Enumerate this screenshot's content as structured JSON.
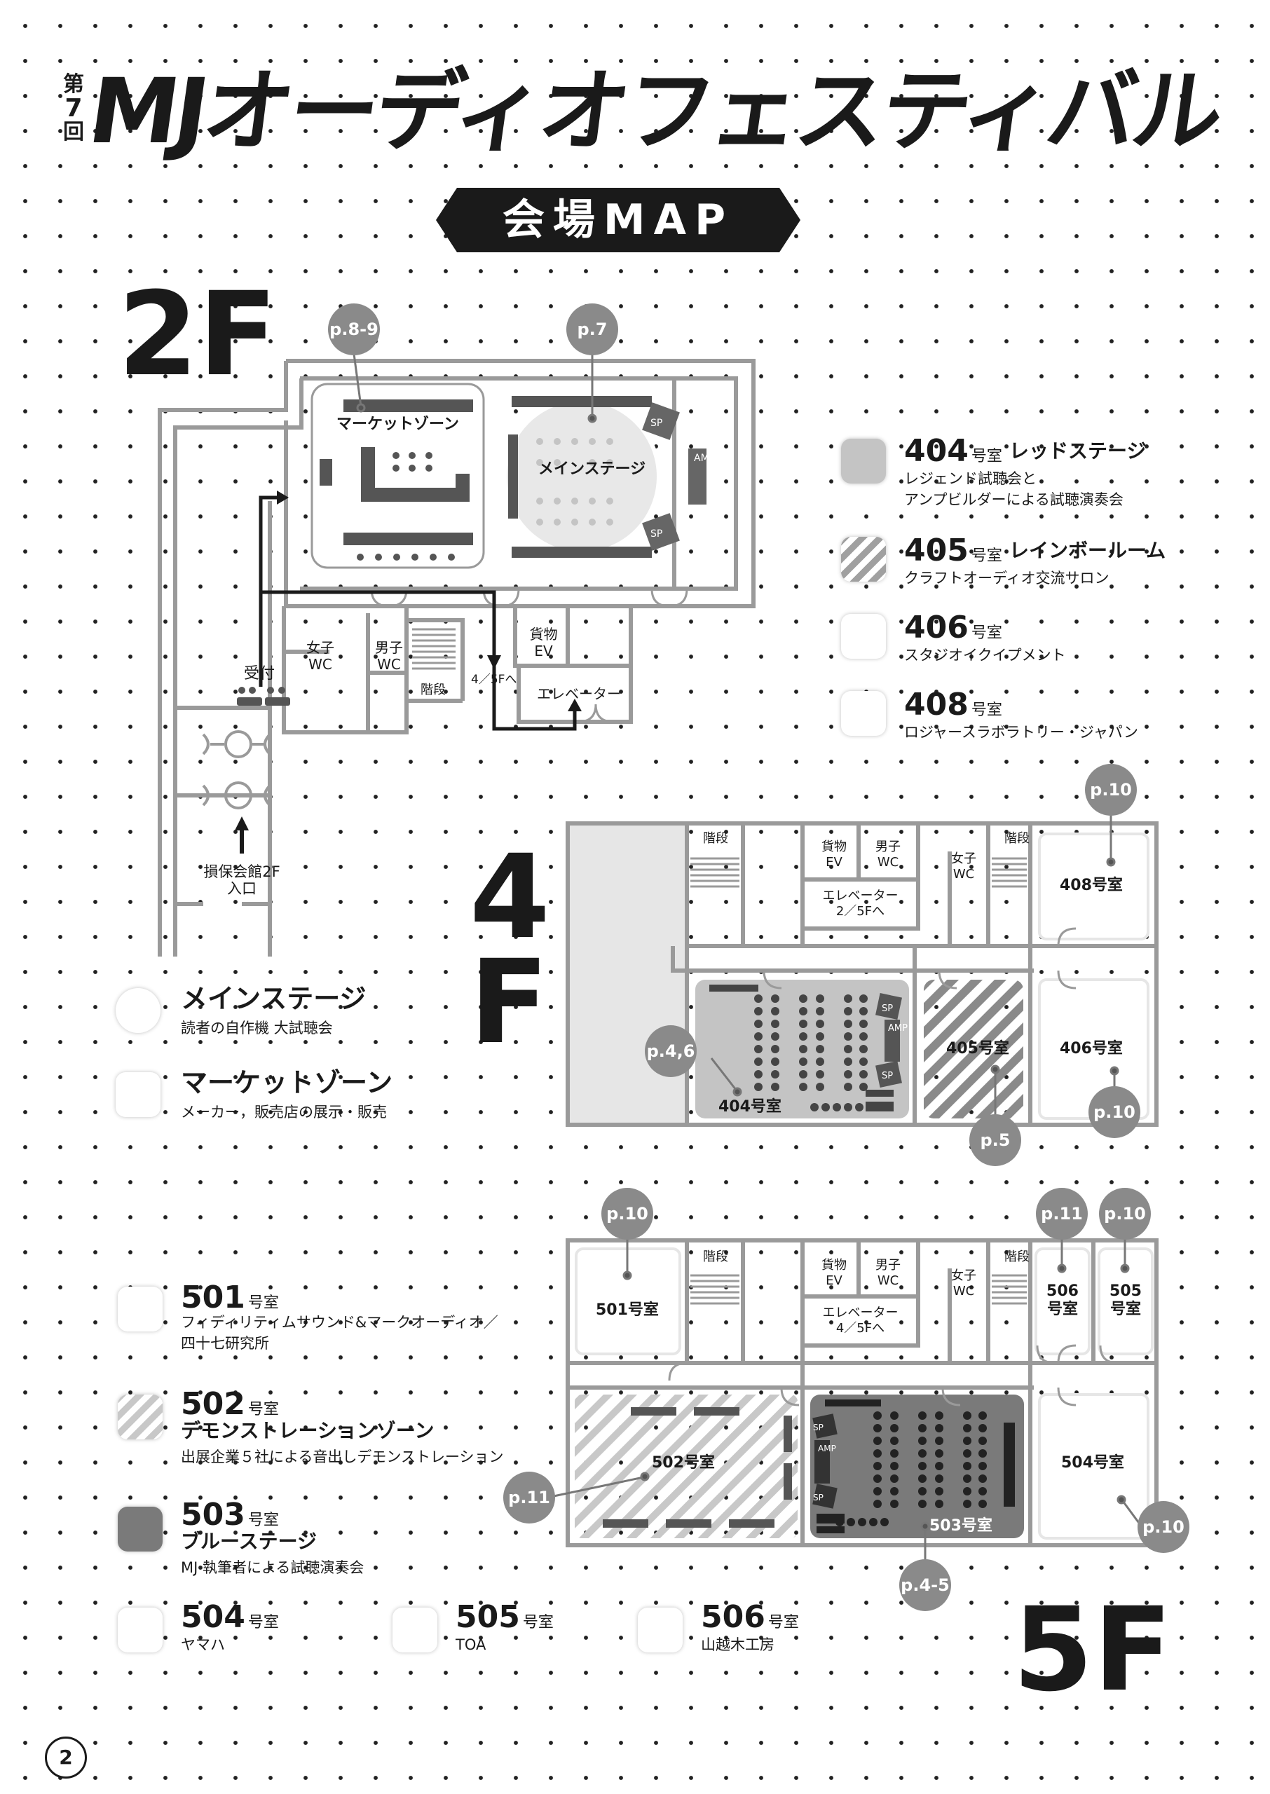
{
  "title": {
    "edition_chars": [
      "第",
      "7",
      "回"
    ],
    "main": "MJオーディオフェスティバル",
    "badge": "会場MAP"
  },
  "floors": {
    "f2": {
      "label": "2F",
      "market_zone": "マーケットゾーン",
      "main_stage": "メインステージ",
      "amp": "AMP",
      "sp": "SP",
      "womens_wc": [
        "女子",
        "WC"
      ],
      "mens_wc": [
        "男子",
        "WC"
      ],
      "stairs": "階段",
      "freight_ev": [
        "貨物",
        "EV"
      ],
      "to_floors": "4／5Fへ",
      "elevator": "エレベーター",
      "reception": "受付",
      "entrance": [
        "損保会館2F",
        "入口"
      ],
      "page_refs": [
        "p.8-9",
        "p.7"
      ]
    },
    "f4": {
      "label_chars": [
        "4",
        "F"
      ],
      "stairs": "階段",
      "freight_ev": [
        "貨物",
        "EV"
      ],
      "mens_wc": [
        "男子",
        "WC"
      ],
      "womens_wc": [
        "女子",
        "WC"
      ],
      "elevator": [
        "エレベーター",
        "2／5Fへ"
      ],
      "rooms": {
        "r408": "408号室",
        "r404": "404号室",
        "r405": "405号室",
        "r406": "406号室"
      },
      "sp": "SP",
      "amp": "AMP",
      "page_refs": {
        "r408": "p.10",
        "r404": "p.4,6",
        "r405": "p.5",
        "r406": "p.10"
      }
    },
    "f5": {
      "label": "5F",
      "stairs": "階段",
      "freight_ev": [
        "貨物",
        "EV"
      ],
      "mens_wc": [
        "男子",
        "WC"
      ],
      "womens_wc": [
        "女子",
        "WC"
      ],
      "elevator": [
        "エレベーター",
        "4／5Fへ"
      ],
      "rooms": {
        "r501": "501号室",
        "r506": [
          "506",
          "号室"
        ],
        "r505": [
          "505",
          "号室"
        ],
        "r502": "502号室",
        "r503": "503号室",
        "r504": "504号室"
      },
      "sp": "SP",
      "amp": "AMP",
      "page_refs": {
        "r501": "p.10",
        "r506": "p.11",
        "r505": "p.10",
        "r502": "p.11",
        "r503": "p.4-5",
        "r504": "p.10"
      }
    }
  },
  "legend_4f": [
    {
      "num": "404",
      "suffix": "号室",
      "name": "レッドステージ",
      "desc": [
        "レジェンド試聴会と",
        "アンプビルダーによる試聴演奏会"
      ],
      "style": "gray"
    },
    {
      "num": "405",
      "suffix": "号室",
      "name": "レインボールーム",
      "desc": [
        "クラフトオーディオ交流サロン"
      ],
      "style": "hatch"
    },
    {
      "num": "406",
      "suffix": "号室",
      "name": "",
      "desc": [
        "スタジオイクイプメント"
      ],
      "style": "white"
    },
    {
      "num": "408",
      "suffix": "号室",
      "name": "",
      "desc": [
        "ロジャースラボラトリー・ジャパン"
      ],
      "style": "white"
    }
  ],
  "legend_2f": [
    {
      "name": "メインステージ",
      "desc": "読者の自作機 大試聴会",
      "style": "circle"
    },
    {
      "name": "マーケットゾーン",
      "desc": "メーカー，販売店の展示・販売",
      "style": "white"
    }
  ],
  "legend_5f": [
    {
      "num": "501",
      "suffix": "号室",
      "name": "",
      "desc": [
        "フィディリティムサウンド&マークオーディオ／",
        "四十七研究所"
      ],
      "style": "white"
    },
    {
      "num": "502",
      "suffix": "号室",
      "name": "デモンストレーションゾーン",
      "desc": [
        "出展企業５社による音出しデモンストレーション"
      ],
      "style": "hatch"
    },
    {
      "num": "503",
      "suffix": "号室",
      "name": "ブルーステージ",
      "desc": [
        "MJ 執筆者による試聴演奏会"
      ],
      "style": "dark"
    },
    {
      "num": "504",
      "suffix": "号室",
      "name": "",
      "desc": [
        "ヤマハ"
      ],
      "style": "white"
    },
    {
      "num": "505",
      "suffix": "号室",
      "name": "",
      "desc": [
        "TOA"
      ],
      "style": "white"
    },
    {
      "num": "506",
      "suffix": "号室",
      "name": "",
      "desc": [
        "山越木工房"
      ],
      "style": "white"
    }
  ],
  "page_number": "2",
  "colors": {
    "ink": "#1a1a1a",
    "gray_room": "#c4c4c4",
    "dark_room": "#7a7a7a",
    "wall": "#9a9a9a",
    "pin": "#8a8a8a"
  }
}
